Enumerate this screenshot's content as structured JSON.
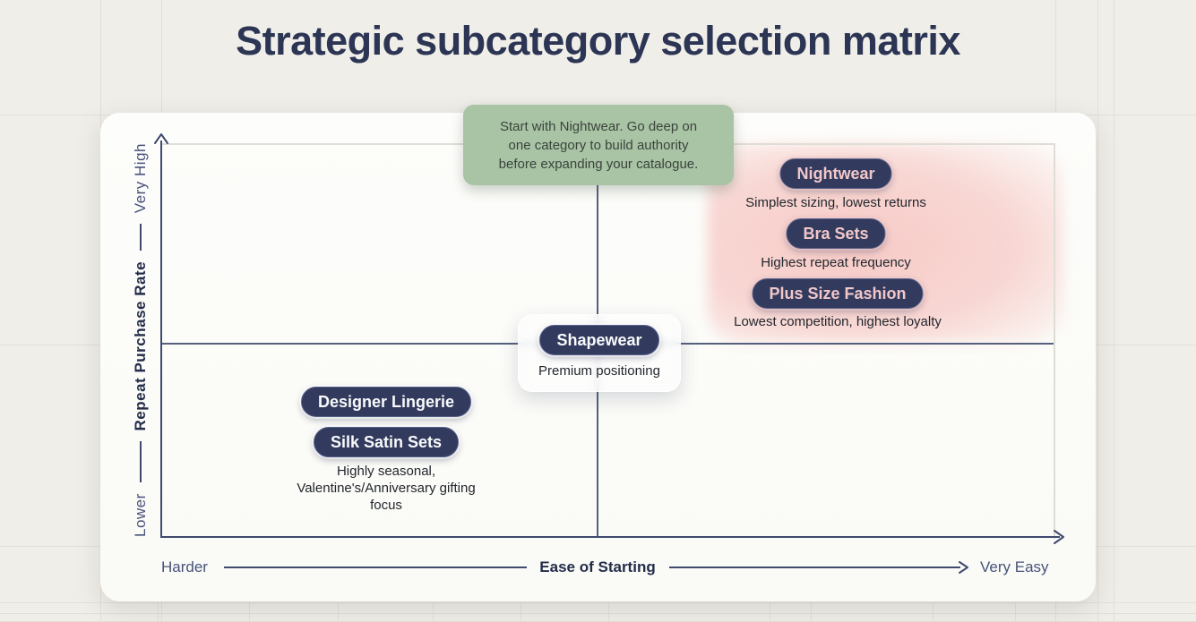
{
  "title": "Strategic subcategory selection matrix",
  "annotation": {
    "lines": [
      "Start with Nightwear. Go deep on",
      "one category to build authority",
      "before expanding your catalogue."
    ]
  },
  "axes": {
    "y": {
      "low_label": "Lower",
      "title": "Repeat Purchase Rate",
      "high_label": "Very High"
    },
    "x": {
      "low_label": "Harder",
      "title": "Ease of Starting",
      "high_label": "Very Easy"
    }
  },
  "quadrants": {
    "top_right": {
      "items": [
        {
          "label": "Nightwear",
          "caption": "Simplest sizing, lowest returns"
        },
        {
          "label": "Bra Sets",
          "caption": "Highest repeat frequency"
        },
        {
          "label": "Plus Size Fashion",
          "caption": "Lowest competition, highest loyalty"
        }
      ]
    },
    "center": {
      "label": "Shapewear",
      "caption": "Premium positioning"
    },
    "bottom_left": {
      "items": [
        {
          "label": "Designer Lingerie"
        },
        {
          "label": "Silk Satin Sets"
        }
      ],
      "caption_lines": [
        "Highly seasonal,",
        "Valentine's/Anniversary gifting",
        "focus"
      ]
    }
  },
  "colors": {
    "background": "#f0eee9",
    "card": "#fcfcfa",
    "navy_axis": "#3e4a6e",
    "title_text": "#2c3554",
    "pill_background": "#323b5d",
    "pill_text_pink": "#f2c7ca",
    "pill_text_white": "#fafafc",
    "highlight_pink": "#f6cbc7",
    "annotation_green": "#a9c3a5",
    "annotation_text": "#3a443b",
    "caption_text": "#22272e",
    "axis_secondary_text": "#47537a"
  }
}
